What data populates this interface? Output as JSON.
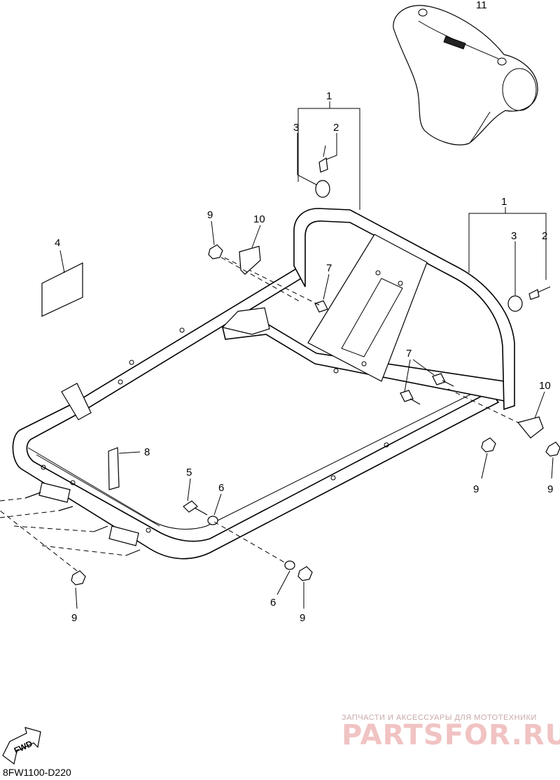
{
  "callouts": {
    "c1a": "1",
    "c2a": "2",
    "c3a": "3",
    "c1b": "1",
    "c2b": "2",
    "c3b": "3",
    "c4": "4",
    "c5": "5",
    "c6a": "6",
    "c6b": "6",
    "c7a": "7",
    "c7b": "7",
    "c8": "8",
    "c9a": "9",
    "c9b": "9",
    "c9c": "9",
    "c9d": "9",
    "c9e": "9",
    "c10a": "10",
    "c10b": "10",
    "c11": "11"
  },
  "fwd_label": "FWD",
  "diagram_code": "8FW1100-D220",
  "watermark": {
    "tagline": "ЗАПЧАСТИ И АКСЕССУАРЫ ДЛЯ МОТОТЕХНИКИ",
    "brand": "PARTSFOR.RU"
  }
}
